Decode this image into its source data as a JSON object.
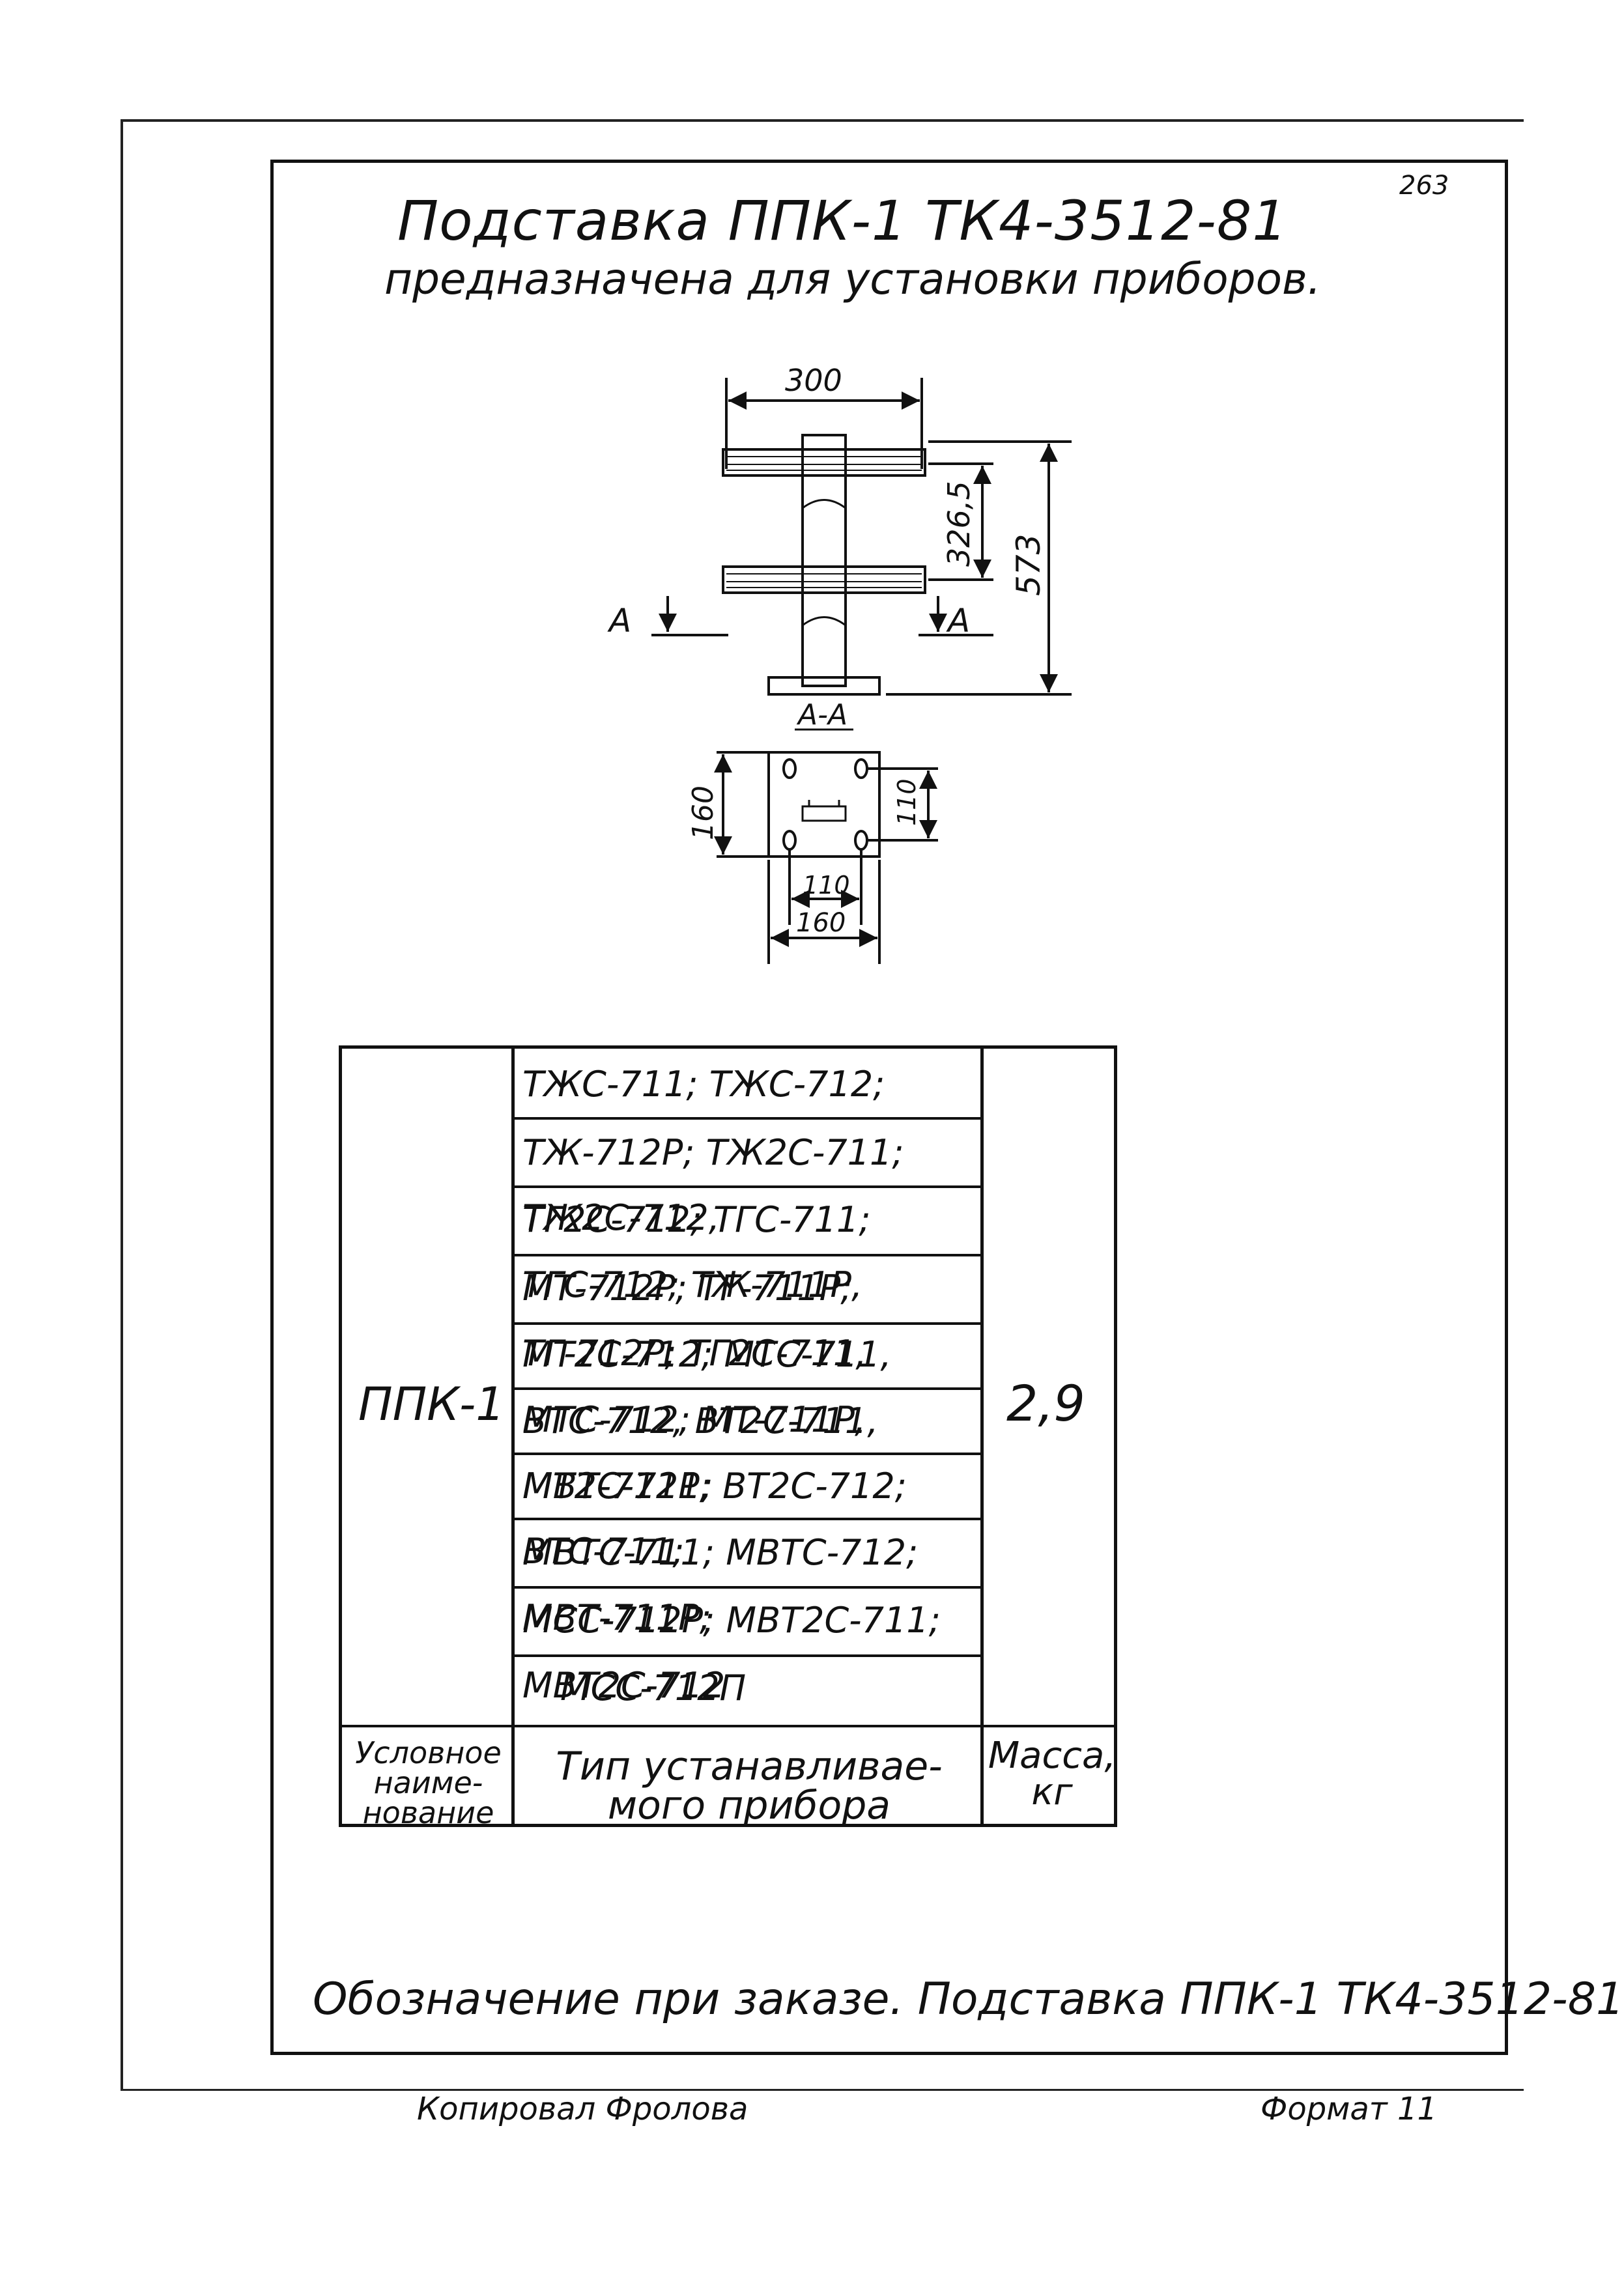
{
  "page_number": "263",
  "title": {
    "line1": "Подставка ППК-1   ТК4-3512-81",
    "line2": "предназначена для установки приборов."
  },
  "drawing": {
    "dim_width_top": "300",
    "dim_middle_height": "326,5",
    "dim_total_height": "573",
    "section_mark_left": "А",
    "section_mark_right": "А",
    "section_title": "А-А",
    "dim_plate_left": "160",
    "dim_holes_right": "110",
    "dim_holes_bottom": "110",
    "dim_plate_bottom": "160"
  },
  "table": {
    "name": "ППК-1",
    "mass": "2,9",
    "device_rows": [
      "ТЖС-711; ТЖС-712;",
      "ТЖ-712Р; ТЖ2С-711; ТЖ2С-712,",
      "ТГ2С-712; ТГС-711; ТГС-712; ТЖ-711Р,",
      "МТ-712Р; ТГ-711Р; ТГ-712Р; ТГ2С-711,",
      "МТ2С-712; МТС-711, МТС-712; МТ-711Р,",
      "ВТС-712, ВТ2С-711, МТ2С-711;",
      "МВТ-712Р; ВТ2С-712; ВТС-711;",
      "МВТС-711; МВТС-712; МВТ-711Р;",
      "МСС-712Р; МВТ2С-711; МВТ2С-712",
      "МСС-712П"
    ],
    "header": {
      "name": "Условное наиме- нование",
      "type": "Тип устанавливае- мого прибора",
      "mass": "Масса, кг"
    }
  },
  "order_note": "Обозначение при заказе. Подставка ППК-1 ТК4-3512-81",
  "footer": {
    "copied_by": "Копировал Фролова",
    "format": "Формат 11"
  }
}
